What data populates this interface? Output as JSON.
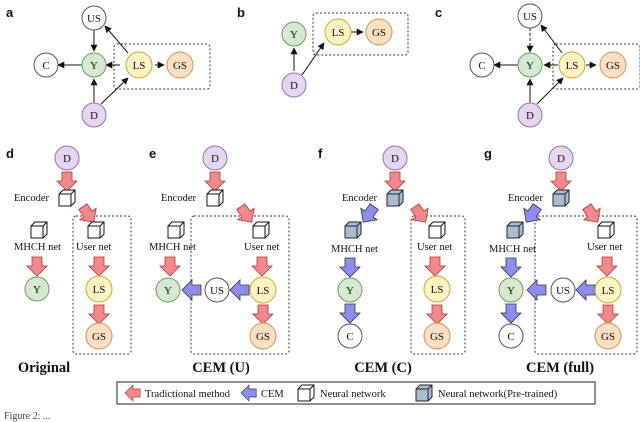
{
  "panels": {
    "a": "a",
    "b": "b",
    "c": "c",
    "d": "d",
    "e": "e",
    "f": "f",
    "g": "g"
  },
  "nodes": {
    "us": "US",
    "y": "Y",
    "c": "C",
    "ls": "LS",
    "gs": "GS",
    "d": "D"
  },
  "labels": {
    "encoder": "Encoder",
    "mhch_net": "MHCH net",
    "user_net": "User net"
  },
  "titles": {
    "d": "Original",
    "e": "CEM (U)",
    "f": "CEM (C)",
    "g": "CEM (full)"
  },
  "legend": {
    "traditional": "Tradictional method",
    "cem": "CEM",
    "neural": "Neural network",
    "pretrained": "Neural network(Pre-trained)"
  },
  "caption": "Figure 2: ..."
}
